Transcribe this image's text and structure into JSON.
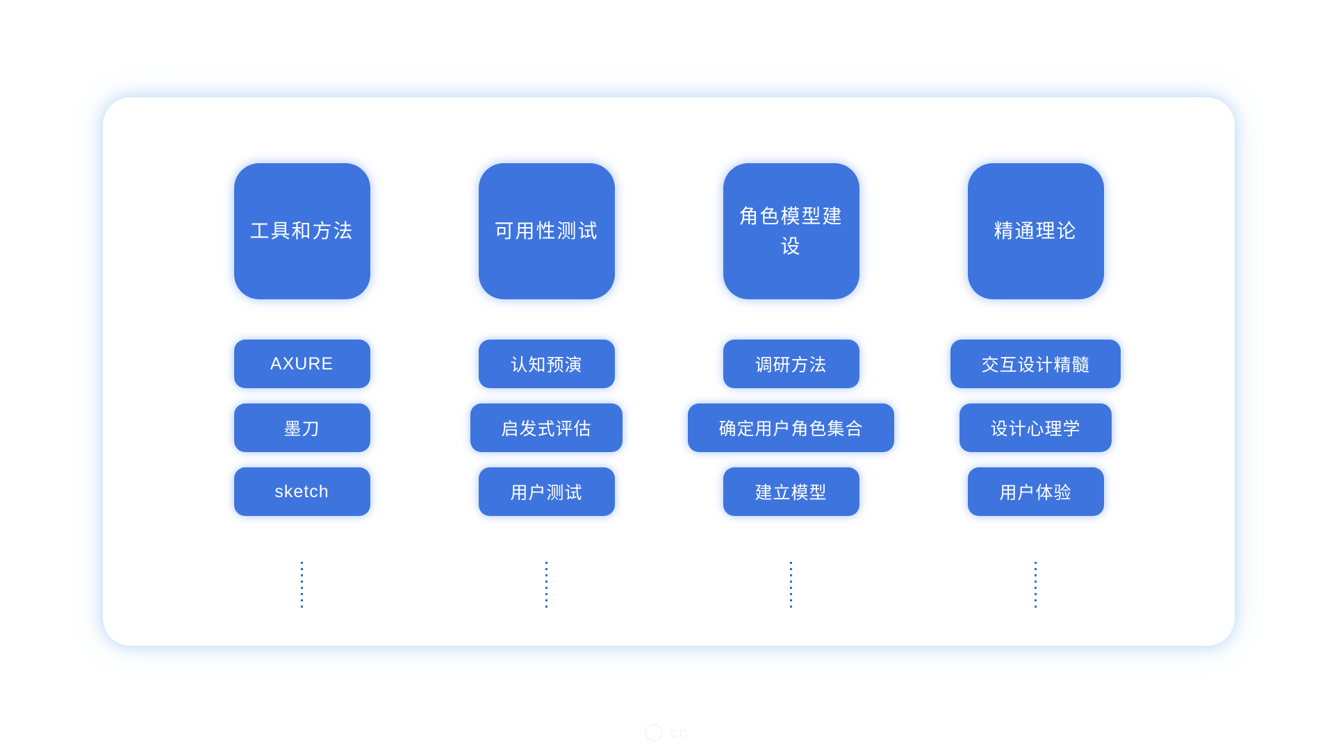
{
  "diagram": {
    "columns": [
      {
        "header": "工具和方法",
        "items": [
          "AXURE",
          "墨刀",
          "sketch"
        ]
      },
      {
        "header": "可用性测试",
        "items": [
          "认知预演",
          "启发式评估",
          "用户测试"
        ]
      },
      {
        "header": "角色模型建设",
        "items": [
          "调研方法",
          "确定用户角色集合",
          "建立模型"
        ]
      },
      {
        "header": "精通理论",
        "items": [
          "交互设计精髓",
          "设计心理学",
          "用户体验"
        ]
      }
    ]
  },
  "colors": {
    "node_blue": "#3e74dd",
    "dot_blue": "#2e6ad1",
    "glow_blue": "#cfe0fa",
    "background": "#ffffff",
    "text": "#ffffff"
  },
  "watermark": {
    "text": "cn"
  }
}
